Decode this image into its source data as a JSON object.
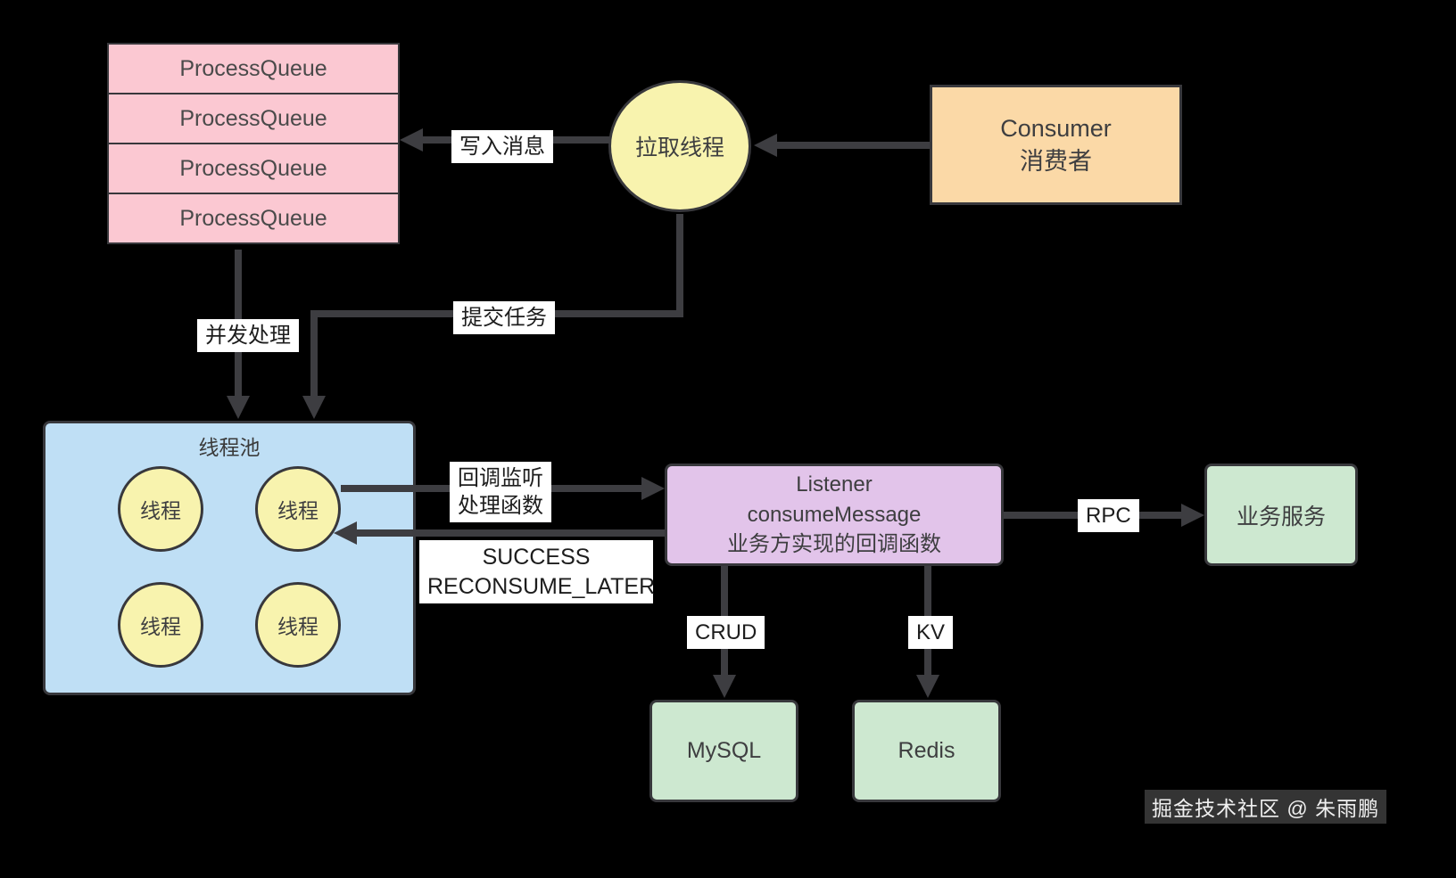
{
  "diagram": {
    "process_queues": [
      "ProcessQueue",
      "ProcessQueue",
      "ProcessQueue",
      "ProcessQueue"
    ],
    "pull_thread": "拉取线程",
    "consumer": {
      "line1": "Consumer",
      "line2": "消费者"
    },
    "thread_pool": {
      "title": "线程池",
      "threads": [
        "线程",
        "线程",
        "线程",
        "线程"
      ]
    },
    "listener": {
      "line1": "Listener",
      "line2": "consumeMessage",
      "line3": "业务方实现的回调函数"
    },
    "business_service": "业务服务",
    "mysql": "MySQL",
    "redis": "Redis",
    "labels": {
      "write_message": "写入消息",
      "concurrent_processing": "并发处理",
      "submit_task": "提交任务",
      "callback_line1": "回调监听",
      "callback_line2": "处理函数",
      "result_line1": "SUCCESS",
      "result_line2": "RECONSUME_LATER",
      "crud": "CRUD",
      "kv": "KV",
      "rpc": "RPC"
    },
    "watermark": "掘金技术社区 @ 朱雨鹏"
  },
  "palette": {
    "background": "#000000",
    "connector": "#3d3d41",
    "queue_pink": "#fbc8d2",
    "thread_yellow": "#f8f3ae",
    "consumer_orange": "#fbd9a7",
    "pool_blue": "#bfdff5",
    "listener_purple": "#e2c4ea",
    "service_green": "#cde8d0",
    "label_bg": "#ffffff"
  }
}
